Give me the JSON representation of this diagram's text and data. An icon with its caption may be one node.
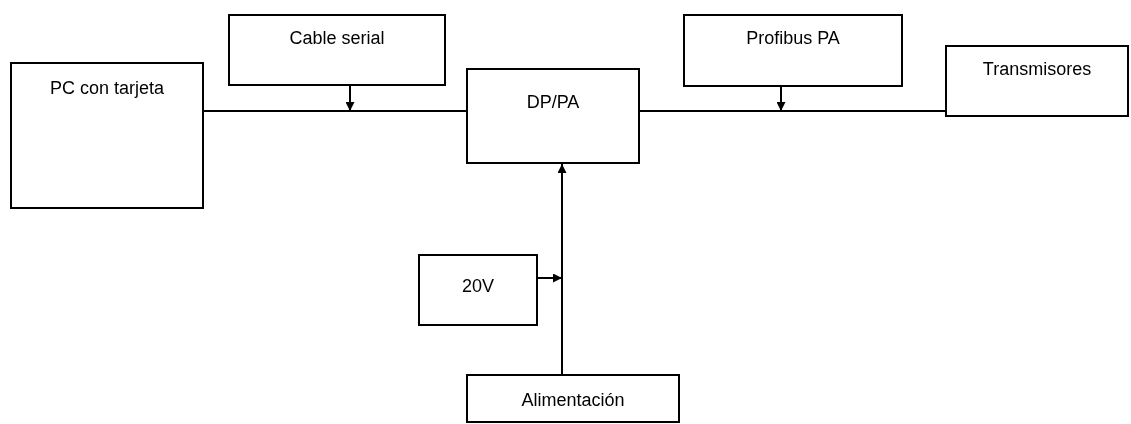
{
  "diagram": {
    "nodes": [
      {
        "text": [
          "PC con tarjeta"
        ]
      },
      {
        "text": [
          "Cable serial"
        ]
      },
      {
        "text": [
          "DP/PA"
        ]
      },
      {
        "text": [
          "Profibus PA"
        ]
      },
      {
        "text": [
          "Transmisores"
        ]
      },
      {
        "text": [
          "20V"
        ]
      },
      {
        "text": [
          "Alimentación"
        ]
      }
    ],
    "edges": [
      {
        "from": 0,
        "to": 2,
        "arrow": "none"
      },
      {
        "from": 1,
        "to": null,
        "arrow": "to"
      },
      {
        "from": 2,
        "to": 4,
        "arrow": "none"
      },
      {
        "from": 3,
        "to": null,
        "arrow": "to"
      },
      {
        "from": 6,
        "to": 2,
        "arrow": "to"
      },
      {
        "from": 5,
        "to": null,
        "arrow": "to"
      }
    ]
  }
}
